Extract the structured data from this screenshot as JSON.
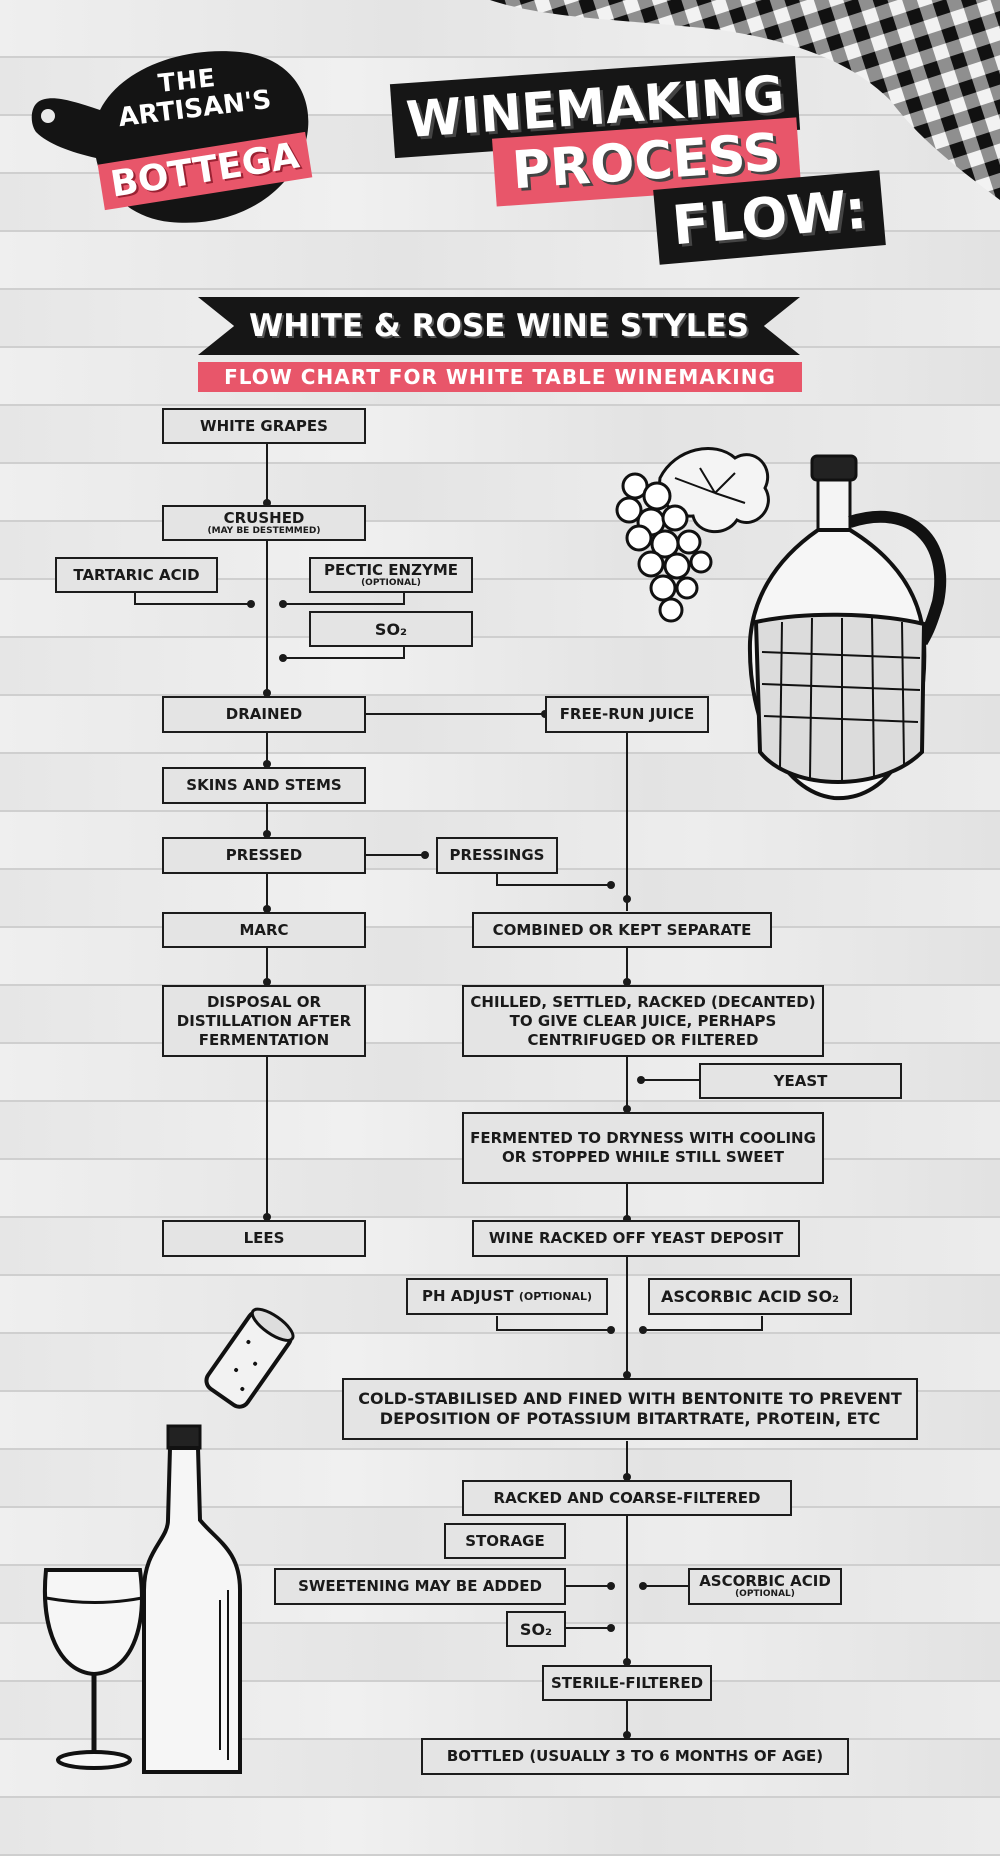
{
  "brand": {
    "line1": "THE",
    "line2": "ARTISAN'S",
    "line3": "BOTTEGA"
  },
  "title": {
    "line1": "WINEMAKING",
    "line2": "PROCESS",
    "line3": "FLOW:"
  },
  "banner": "WHITE & ROSE WINE STYLES",
  "subtitle": "FLOW CHART FOR WHITE TABLE WINEMAKING",
  "steps": {
    "white_grapes": "WHITE GRAPES",
    "crushed": "CRUSHED",
    "crushed_note": "(MAY BE DESTEMMED)",
    "tartaric_acid": "TARTARIC ACID",
    "pectic_enzyme": "PECTIC ENZYME",
    "pectic_note": "(OPTIONAL)",
    "so2_a": "SO₂",
    "drained": "DRAINED",
    "free_run_juice": "FREE-RUN JUICE",
    "skins_stems": "SKINS AND STEMS",
    "pressed": "PRESSED",
    "pressings": "PRESSINGS",
    "marc": "MARC",
    "combined": "COMBINED OR KEPT SEPARATE",
    "disposal": "DISPOSAL OR DISTILLATION AFTER FERMENTATION",
    "chilled": "CHILLED, SETTLED, RACKED (DECANTED) TO GIVE CLEAR JUICE, PERHAPS CENTRIFUGED OR FILTERED",
    "yeast": "YEAST",
    "fermented": "FERMENTED TO DRYNESS WITH COOLING OR STOPPED WHILE STILL SWEET",
    "lees": "LEES",
    "wine_racked": "WINE RACKED OFF YEAST DEPOSIT",
    "ph_adjust": "PH ADJUST",
    "ph_note": "(OPTIONAL)",
    "ascorbic_so2": "ASCORBIC ACID SO₂",
    "cold_stabilised": "COLD-STABILISED AND FINED WITH BENTONITE TO PREVENT DEPOSITION OF POTASSIUM BITARTRATE, PROTEIN, ETC",
    "racked_coarse": "RACKED AND COARSE-FILTERED",
    "storage": "STORAGE",
    "sweetening": "SWEETENING MAY BE ADDED",
    "ascorbic_acid": "ASCORBIC ACID",
    "ascorbic_note": "(OPTIONAL)",
    "so2_b": "SO₂",
    "sterile": "STERILE-FILTERED",
    "bottled": "BOTTLED (USUALLY 3 TO 6 MONTHS OF AGE)"
  },
  "colors": {
    "accent": "#e8566a",
    "dark": "#161616"
  }
}
